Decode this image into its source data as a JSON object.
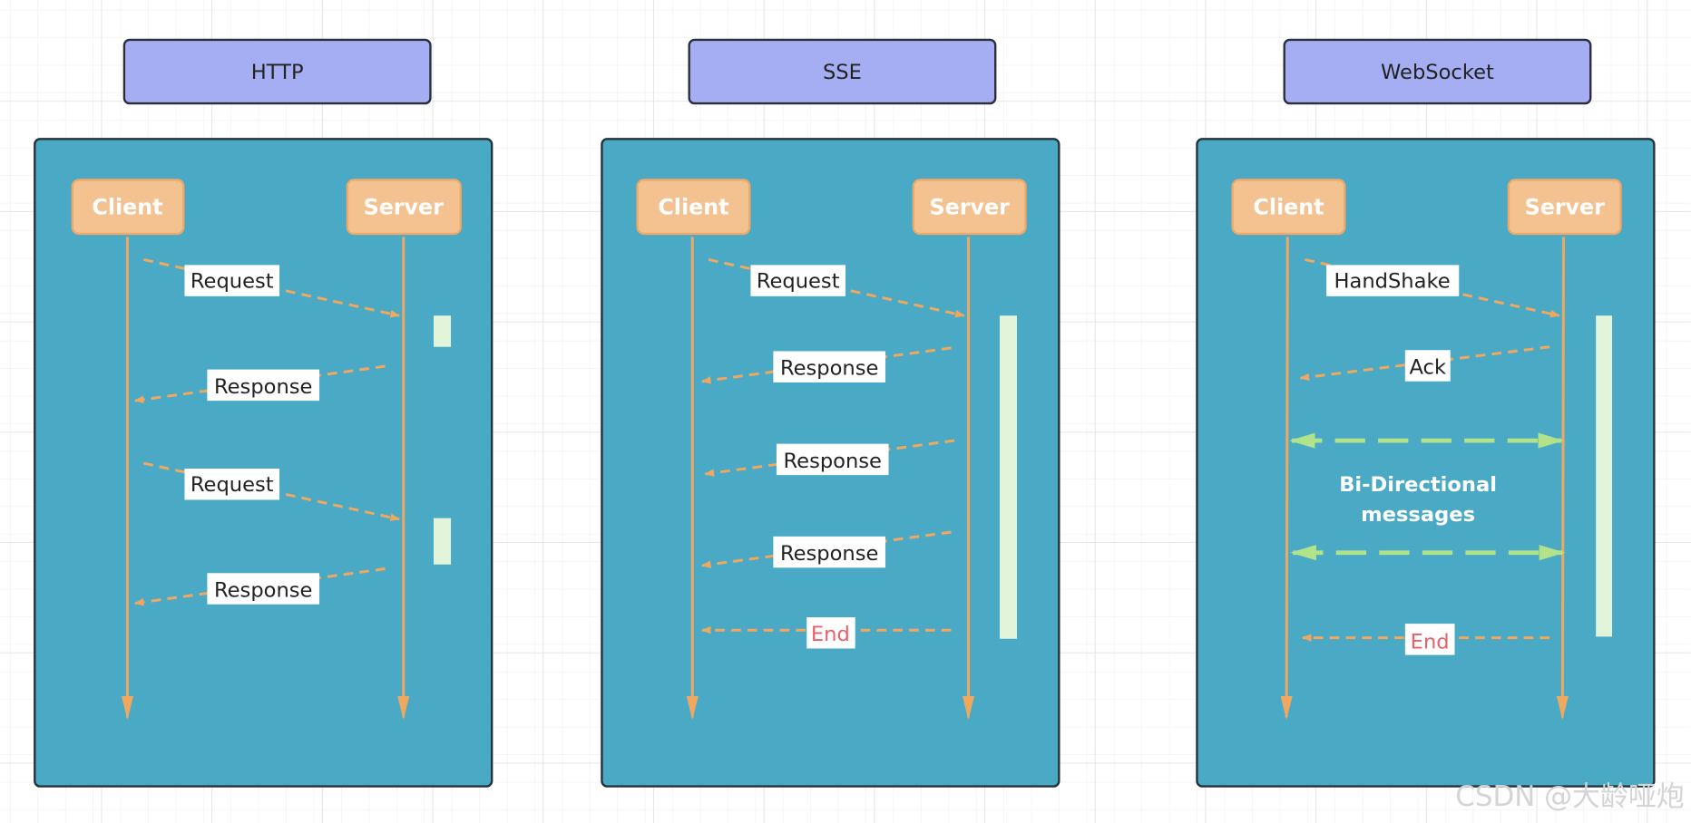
{
  "diagrams": [
    {
      "title": "HTTP",
      "client": "Client",
      "server": "Server",
      "messages": [
        "Request",
        "Response",
        "Request",
        "Response"
      ]
    },
    {
      "title": "SSE",
      "client": "Client",
      "server": "Server",
      "messages": [
        "Request",
        "Response",
        "Response",
        "Response",
        "End"
      ]
    },
    {
      "title": "WebSocket",
      "client": "Client",
      "server": "Server",
      "messages": [
        "HandShake",
        "Ack",
        "End"
      ],
      "bidirectional_label": [
        "Bi-Directional",
        "messages"
      ]
    }
  ],
  "watermark": "CSDN @大龄哑炮",
  "colors": {
    "panel": "#4aaac6",
    "title_box": "#a5aef2",
    "actor_box": "#f4c291",
    "arrow": "#f0a860",
    "activation_bar": "#e2f5da",
    "bidirectional_arrow": "#b2e38a",
    "end_text": "#e8606a"
  }
}
